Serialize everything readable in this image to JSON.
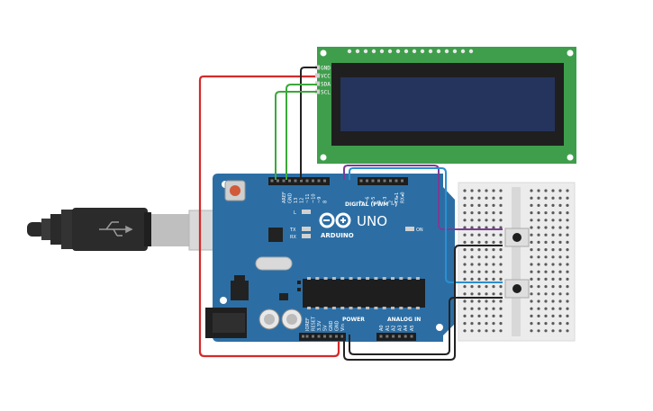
{
  "lcd": {
    "pins": [
      "GND",
      "VCC",
      "SDA",
      "SCL"
    ]
  },
  "arduino": {
    "logo_text": "ARDUINO",
    "model": "UNO",
    "digital_label": "DIGITAL (PWM ~)",
    "power_label": "POWER",
    "analog_label": "ANALOG IN",
    "led_l": "L",
    "led_tx": "TX",
    "led_rx": "RX",
    "led_on": "ON",
    "digital_pins": [
      "AREF",
      "GND",
      "13",
      "12",
      "~11",
      "~10",
      "~9",
      "8",
      "7",
      "~6",
      "~5",
      "4",
      "~3",
      "2",
      "TX▸1",
      "RX◂0"
    ],
    "power_pins": [
      "IOREF",
      "RESET",
      "3.3V",
      "5V",
      "GND",
      "GND",
      "Vin"
    ],
    "analog_pins": [
      "A0",
      "A1",
      "A2",
      "A3",
      "A4",
      "A5"
    ]
  },
  "colors": {
    "board": "#2c6ea4",
    "lcd_pcb": "#3f9e4c",
    "lcd_screen": "#25345c",
    "wire_red": "#d42a2a",
    "wire_black": "#222222",
    "wire_green": "#3aa83a",
    "wire_purple": "#7a3d94",
    "wire_blue": "#2a8fd0"
  }
}
